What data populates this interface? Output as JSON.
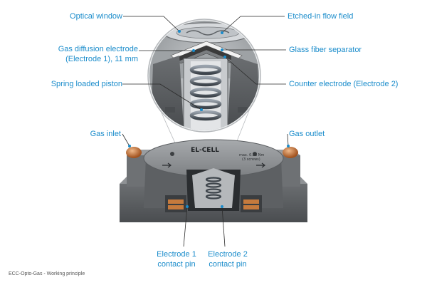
{
  "labels": {
    "optical_window": "Optical window",
    "gas_diffusion_line1": "Gas diffusion electrode",
    "gas_diffusion_line2": "(Electrode 1), 11 mm",
    "spring_loaded_piston": "Spring loaded piston",
    "etched_flow_field": "Etched-in flow field",
    "glass_fiber_separator": "Glass fiber separator",
    "counter_electrode": "Counter electrode (Electrode 2)",
    "gas_inlet": "Gas inlet",
    "gas_outlet": "Gas outlet",
    "electrode1_line1": "Electrode 1",
    "electrode1_line2": "contact pin",
    "electrode2_line1": "Electrode 2",
    "electrode2_line2": "contact pin"
  },
  "device": {
    "brand": "EL-CELL",
    "engraving_line1": "max. 0.36 Nm",
    "engraving_line2": "(3 screws)"
  },
  "caption": "ECC-Opto-Gas - Working principle",
  "colors": {
    "label_blue": "#1a8ccb",
    "leader_line": "#2a2a2a",
    "body_gray": "#7a7d80",
    "copper": "#c0703a"
  }
}
